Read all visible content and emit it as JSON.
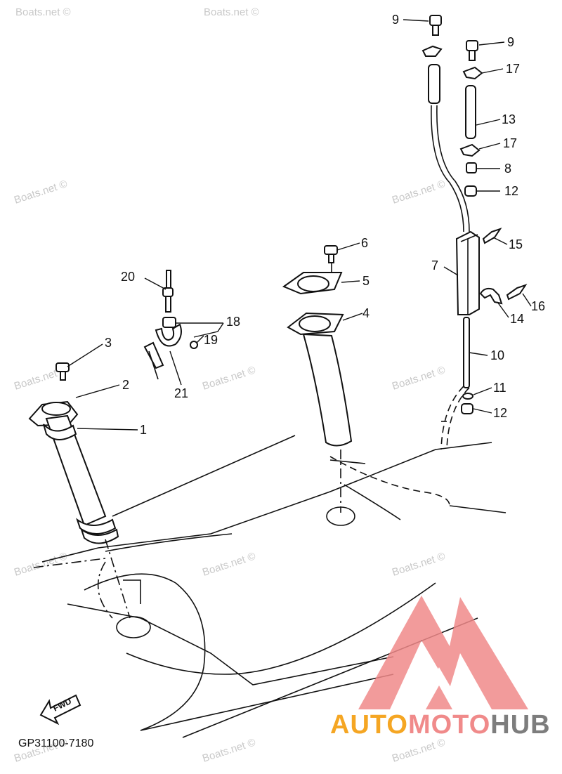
{
  "diagram_code": "GP31100-7180",
  "watermark": "Boats.net ©",
  "fwd_label": "FWD",
  "logo": {
    "text_auto": "AUTO",
    "text_moto": "MOTO",
    "text_hub": "HUB",
    "color_auto": "#f5a623",
    "color_moto": "#f08a8a",
    "color_hub": "#7d7d7d",
    "triangle_color": "#f08a8a"
  },
  "callouts": {
    "c1": "1",
    "c2": "2",
    "c3": "3",
    "c4": "4",
    "c5": "5",
    "c6": "6",
    "c7": "7",
    "c8": "8",
    "c9a": "9",
    "c9b": "9",
    "c10": "10",
    "c11": "11",
    "c12a": "12",
    "c12b": "12",
    "c13": "13",
    "c14": "14",
    "c15": "15",
    "c16": "16",
    "c17a": "17",
    "c17b": "17",
    "c18": "18",
    "c19": "19",
    "c20": "20",
    "c21": "21"
  }
}
